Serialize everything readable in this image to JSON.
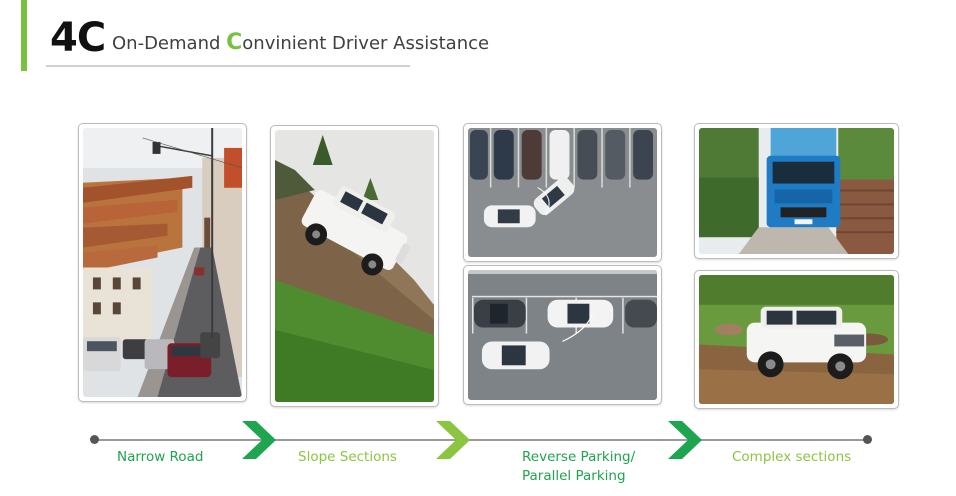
{
  "header": {
    "code": "4C",
    "subtitle_initial": "C",
    "subtitle_prefix": "On-Demand ",
    "subtitle_suffix": "onvinient Driver Assistance"
  },
  "scenarios": [
    {
      "image": "narrow-road-street-photo",
      "label_line1": "Narrow Road",
      "label_line2": ""
    },
    {
      "image": "slope-suv-photo",
      "label_line1": "Slope Sections",
      "label_line2": ""
    },
    {
      "image": "parking-lot-photos",
      "label_line1": "Reverse Parking/",
      "label_line2": "Parallel Parking"
    },
    {
      "image": "offroad-truck-suv-photos",
      "label_line1": "Complex sections",
      "label_line2": ""
    }
  ],
  "colors": {
    "accent": "#7ac142",
    "label_dark_green": "#1fa44f",
    "label_light_green": "#8cc540",
    "chevron_dark": "#1fa44f",
    "chevron_light": "#8cc540",
    "timeline": "#9a9a9a"
  },
  "icons": [
    "chevron-right-icon",
    "timeline-dot"
  ]
}
